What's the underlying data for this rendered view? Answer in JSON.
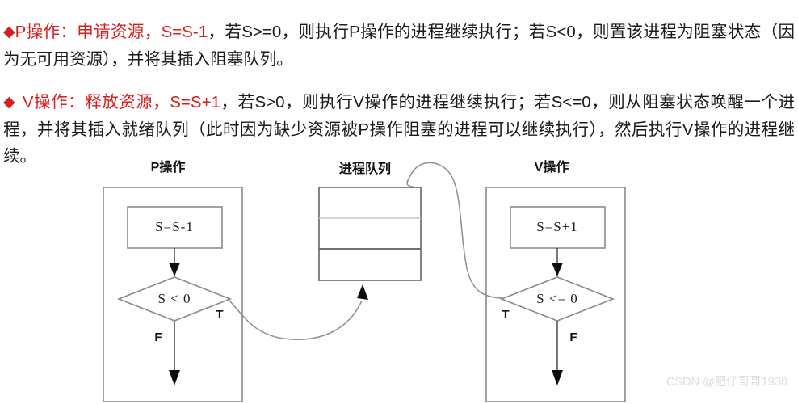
{
  "text": {
    "p_rule": {
      "bullet": "◆",
      "label": "P操作：",
      "highlight_1": "申请资源，",
      "highlight_2": "S=S-1",
      "rest": "，若S>=0，则执行P操作的进程继续执行；若S<0，则置该进程为阻塞状态（因为无可用资源），并将其插入阻塞队列。"
    },
    "v_rule": {
      "bullet": "◆",
      "label": " V操作：",
      "highlight_1": "释放资源，",
      "highlight_2": "S=S+1",
      "rest": "，若S>0，则执行V操作的进程继续执行；若S<=0，则从阻塞状态唤醒一个进程，并将其插入就绪队列（此时因为缺少资源被P操作阻塞的进程可以继续执行），然后执行V操作的进程继续。"
    }
  },
  "diagram": {
    "p_section": {
      "title": "P操作",
      "process_box": "S=S-1",
      "decision": "S < 0",
      "branch_true": "T",
      "branch_false": "F"
    },
    "queue_section": {
      "title": "进程队列",
      "rows": [
        "",
        "",
        ""
      ]
    },
    "v_section": {
      "title": "V操作",
      "process_box": "S=S+1",
      "decision": "S <= 0",
      "branch_true": "T",
      "branch_false": "F"
    }
  },
  "watermark": {
    "text": "CSDN @肥仔哥哥1930"
  },
  "colors": {
    "highlight": "#d81e1e",
    "body_text": "#1b1b1b",
    "shape_stroke": "#8a8a8a",
    "connector": "#4a4a4a",
    "watermark": "#dcdcdc"
  }
}
